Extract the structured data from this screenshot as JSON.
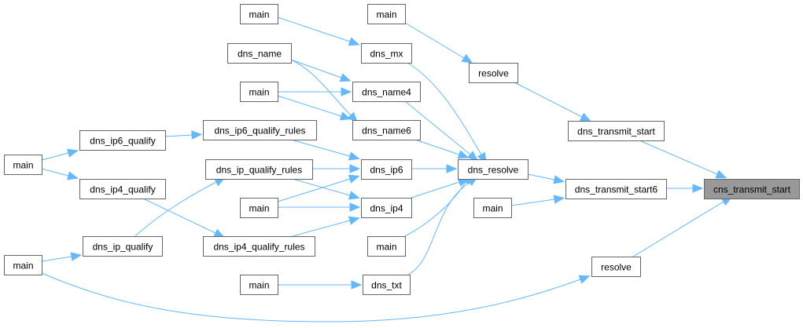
{
  "diagram": {
    "title": "cns_transmit_start caller graph",
    "colors": {
      "edge": "#63b8ff",
      "node_border": "#666666",
      "node_fill": "#ffffff",
      "focus_fill": "#999999"
    },
    "nodes": [
      {
        "id": "n_main_a",
        "label": "main"
      },
      {
        "id": "n_main_b",
        "label": "main"
      },
      {
        "id": "n_dns_name",
        "label": "dns_name"
      },
      {
        "id": "n_dns_mx",
        "label": "dns_mx"
      },
      {
        "id": "n_resolve_a",
        "label": "resolve"
      },
      {
        "id": "n_main_c",
        "label": "main"
      },
      {
        "id": "n_dns_name4",
        "label": "dns_name4"
      },
      {
        "id": "n_dns_ip6_qualify_rules",
        "label": "dns_ip6_qualify_rules"
      },
      {
        "id": "n_dns_name6",
        "label": "dns_name6"
      },
      {
        "id": "n_dns_transmit_start",
        "label": "dns_transmit_start"
      },
      {
        "id": "n_dns_ip6_qualify",
        "label": "dns_ip6_qualify"
      },
      {
        "id": "n_main_d",
        "label": "main"
      },
      {
        "id": "n_dns_ip_qualify_rules",
        "label": "dns_ip_qualify_rules"
      },
      {
        "id": "n_dns_ip6",
        "label": "dns_ip6"
      },
      {
        "id": "n_dns_resolve",
        "label": "dns_resolve"
      },
      {
        "id": "n_dns_ip4_qualify",
        "label": "dns_ip4_qualify"
      },
      {
        "id": "n_dns_transmit_start6",
        "label": "dns_transmit_start6"
      },
      {
        "id": "n_cns_transmit_start",
        "label": "cns_transmit_start",
        "focus": true
      },
      {
        "id": "n_main_e",
        "label": "main"
      },
      {
        "id": "n_dns_ip4",
        "label": "dns_ip4"
      },
      {
        "id": "n_main_f",
        "label": "main"
      },
      {
        "id": "n_dns_ip_qualify",
        "label": "dns_ip_qualify"
      },
      {
        "id": "n_dns_ip4_qualify_rules",
        "label": "dns_ip4_qualify_rules"
      },
      {
        "id": "n_main_g",
        "label": "main"
      },
      {
        "id": "n_main_h",
        "label": "main"
      },
      {
        "id": "n_resolve_b",
        "label": "resolve"
      },
      {
        "id": "n_main_i",
        "label": "main"
      },
      {
        "id": "n_dns_txt",
        "label": "dns_txt"
      }
    ],
    "edges": [
      {
        "from": "n_main_a",
        "to": "n_dns_mx"
      },
      {
        "from": "n_main_b",
        "to": "n_resolve_a"
      },
      {
        "from": "n_dns_name",
        "to": "n_dns_name4"
      },
      {
        "from": "n_dns_name",
        "to": "n_dns_name6"
      },
      {
        "from": "n_main_c",
        "to": "n_dns_name4"
      },
      {
        "from": "n_main_c",
        "to": "n_dns_name6"
      },
      {
        "from": "n_dns_mx",
        "to": "n_dns_resolve"
      },
      {
        "from": "n_dns_name4",
        "to": "n_dns_resolve"
      },
      {
        "from": "n_dns_name6",
        "to": "n_dns_resolve"
      },
      {
        "from": "n_resolve_a",
        "to": "n_dns_transmit_start"
      },
      {
        "from": "n_dns_transmit_start",
        "to": "n_cns_transmit_start"
      },
      {
        "from": "n_main_d",
        "to": "n_dns_ip6_qualify"
      },
      {
        "from": "n_main_d",
        "to": "n_dns_ip4_qualify"
      },
      {
        "from": "n_dns_ip6_qualify",
        "to": "n_dns_ip6_qualify_rules"
      },
      {
        "from": "n_dns_ip6_qualify_rules",
        "to": "n_dns_ip6"
      },
      {
        "from": "n_dns_ip_qualify_rules",
        "to": "n_dns_ip6"
      },
      {
        "from": "n_dns_ip_qualify_rules",
        "to": "n_dns_ip4"
      },
      {
        "from": "n_main_e",
        "to": "n_dns_ip6"
      },
      {
        "from": "n_main_e",
        "to": "n_dns_ip4"
      },
      {
        "from": "n_dns_ip4_qualify_rules",
        "to": "n_dns_ip4"
      },
      {
        "from": "n_dns_ip6",
        "to": "n_dns_resolve"
      },
      {
        "from": "n_dns_ip4",
        "to": "n_dns_resolve"
      },
      {
        "from": "n_main_f",
        "to": "n_dns_resolve"
      },
      {
        "from": "n_dns_txt",
        "to": "n_dns_resolve"
      },
      {
        "from": "n_dns_resolve",
        "to": "n_dns_transmit_start6"
      },
      {
        "from": "n_main_g",
        "to": "n_dns_transmit_start6"
      },
      {
        "from": "n_dns_transmit_start6",
        "to": "n_cns_transmit_start"
      },
      {
        "from": "n_resolve_b",
        "to": "n_cns_transmit_start"
      },
      {
        "from": "n_dns_ip4_qualify",
        "to": "n_dns_ip4_qualify_rules"
      },
      {
        "from": "n_dns_ip_qualify",
        "to": "n_dns_ip_qualify_rules"
      },
      {
        "from": "n_main_h",
        "to": "n_dns_ip_qualify"
      },
      {
        "from": "n_main_h",
        "to": "n_resolve_b"
      },
      {
        "from": "n_main_i",
        "to": "n_dns_txt"
      }
    ]
  }
}
